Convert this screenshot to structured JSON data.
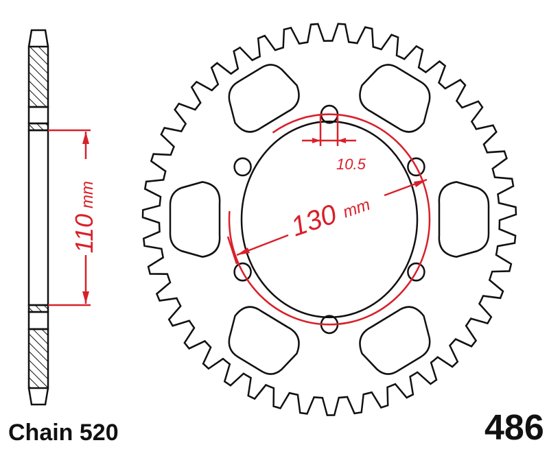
{
  "labels": {
    "chain": "Chain 520",
    "part_number": "486"
  },
  "dimensions": {
    "center_spacing_value": "110",
    "center_spacing_unit": "mm",
    "bolt_circle_value": "130",
    "bolt_circle_unit": "mm",
    "bolt_hole_value": "10.5"
  },
  "colors": {
    "outline": "#111111",
    "dimension": "#d8202a"
  }
}
